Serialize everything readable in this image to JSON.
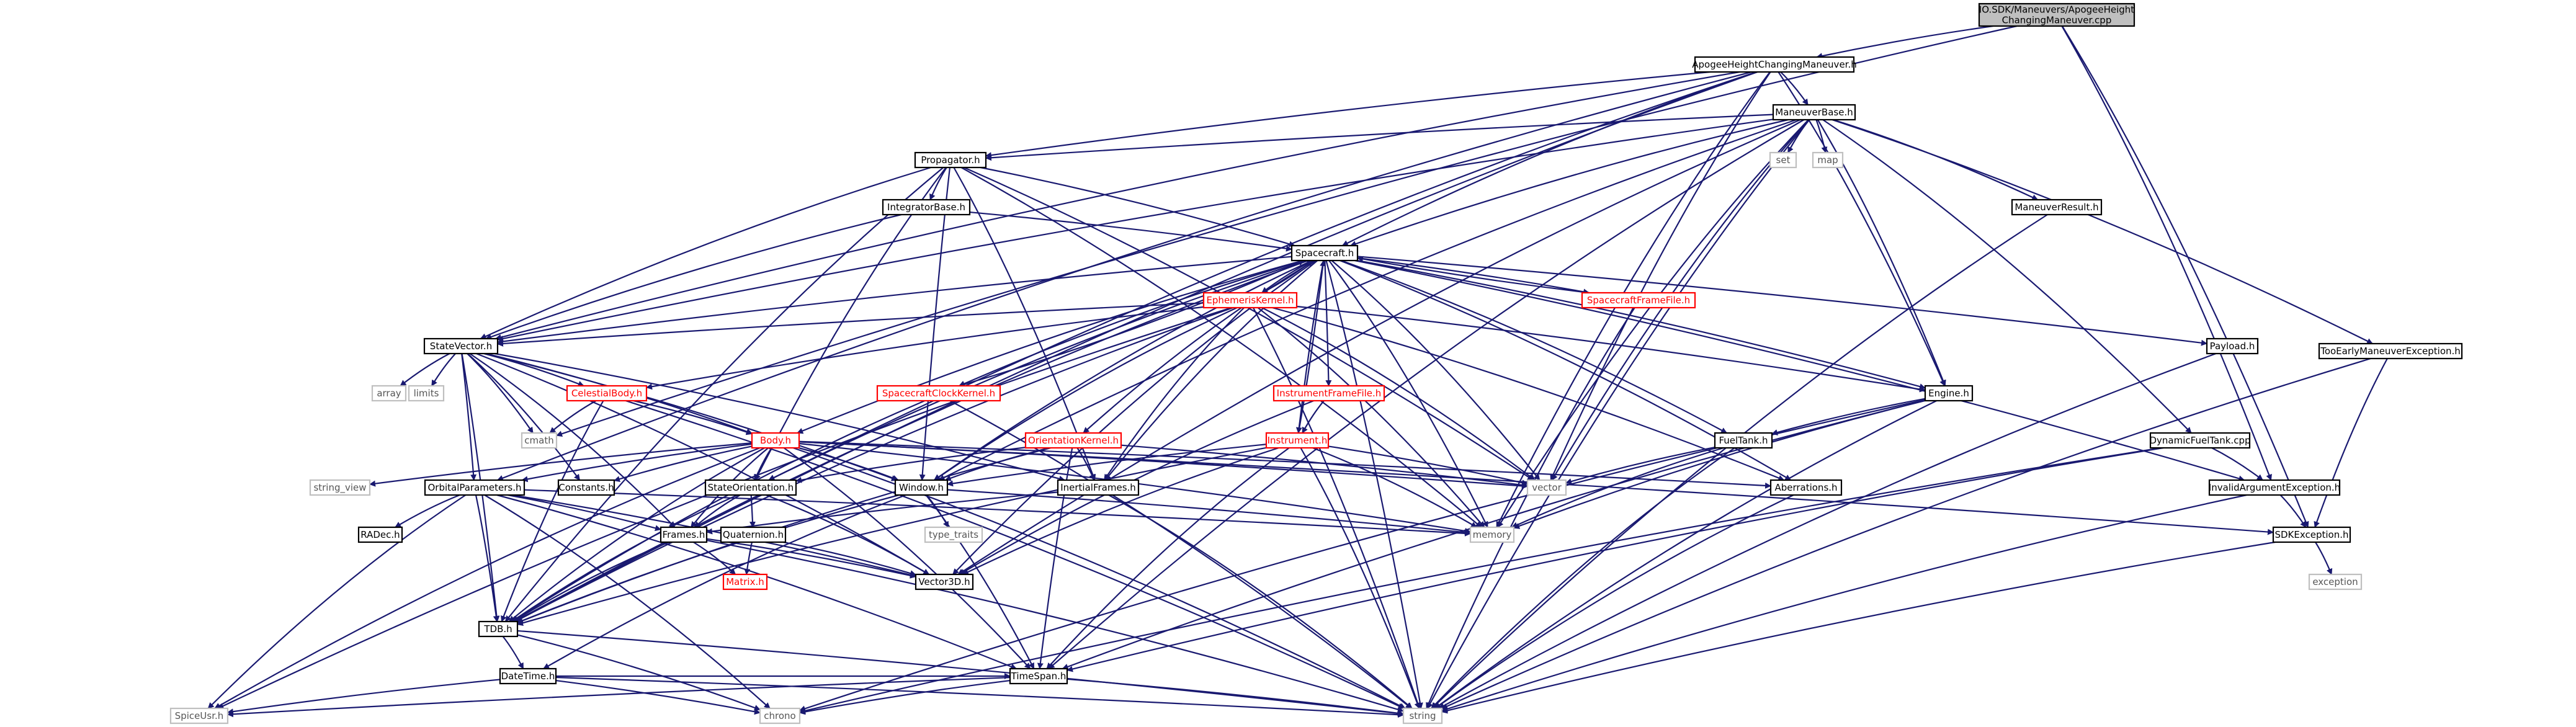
{
  "diagram": {
    "type": "include-dependency-graph",
    "colors": {
      "edge": "#191970",
      "normal_border": "#000000",
      "normal_text": "#000000",
      "highlighted_border": "#ff0000",
      "highlighted_text": "#ff0000",
      "external_border": "#bfbfbf",
      "external_text": "#555555",
      "root_fill": "#bfbfbf",
      "fill": "#ffffff"
    },
    "nodes": [
      {
        "id": "root",
        "lines": [
          "IO.SDK/Maneuvers/ApogeeHeight",
          "ChangingManeuver.cpp"
        ],
        "style": "root"
      },
      {
        "id": "ahcm",
        "lines": [
          "ApogeeHeightChangingManeuver.h"
        ],
        "style": "normal"
      },
      {
        "id": "mb",
        "lines": [
          "ManeuverBase.h"
        ],
        "style": "normal"
      },
      {
        "id": "prop",
        "lines": [
          "Propagator.h"
        ],
        "style": "normal"
      },
      {
        "id": "set",
        "lines": [
          "set"
        ],
        "style": "external"
      },
      {
        "id": "map",
        "lines": [
          "map"
        ],
        "style": "external"
      },
      {
        "id": "ib",
        "lines": [
          "IntegratorBase.h"
        ],
        "style": "normal"
      },
      {
        "id": "mr",
        "lines": [
          "ManeuverResult.h"
        ],
        "style": "normal"
      },
      {
        "id": "tfme",
        "lines": [
          "TooEarlyManeuverException.h"
        ],
        "style": "normal"
      },
      {
        "id": "sc",
        "lines": [
          "Spacecraft.h"
        ],
        "style": "normal"
      },
      {
        "id": "ek",
        "lines": [
          "EphemerisKernel.h"
        ],
        "style": "highlighted"
      },
      {
        "id": "scff",
        "lines": [
          "SpacecraftFrameFile.h"
        ],
        "style": "highlighted"
      },
      {
        "id": "payload",
        "lines": [
          "Payload.h"
        ],
        "style": "normal"
      },
      {
        "id": "sv",
        "lines": [
          "StateVector.h"
        ],
        "style": "normal"
      },
      {
        "id": "array",
        "lines": [
          "array"
        ],
        "style": "external"
      },
      {
        "id": "limits",
        "lines": [
          "limits"
        ],
        "style": "external"
      },
      {
        "id": "cb",
        "lines": [
          "CelestialBody.h"
        ],
        "style": "highlighted"
      },
      {
        "id": "sck",
        "lines": [
          "SpacecraftClockKernel.h"
        ],
        "style": "highlighted"
      },
      {
        "id": "iff",
        "lines": [
          "InstrumentFrameFile.h"
        ],
        "style": "highlighted"
      },
      {
        "id": "engine",
        "lines": [
          "Engine.h"
        ],
        "style": "normal"
      },
      {
        "id": "cmath",
        "lines": [
          "cmath"
        ],
        "style": "external"
      },
      {
        "id": "body",
        "lines": [
          "Body.h"
        ],
        "style": "highlighted"
      },
      {
        "id": "ok",
        "lines": [
          "OrientationKernel.h"
        ],
        "style": "highlighted"
      },
      {
        "id": "instr",
        "lines": [
          "Instrument.h"
        ],
        "style": "highlighted"
      },
      {
        "id": "ft",
        "lines": [
          "FuelTank.h"
        ],
        "style": "normal"
      },
      {
        "id": "dft",
        "lines": [
          "DynamicFuelTank.cpp"
        ],
        "style": "normal"
      },
      {
        "id": "strview",
        "lines": [
          "string_view"
        ],
        "style": "external"
      },
      {
        "id": "op",
        "lines": [
          "OrbitalParameters.h"
        ],
        "style": "normal"
      },
      {
        "id": "const",
        "lines": [
          "Constants.h"
        ],
        "style": "normal"
      },
      {
        "id": "so",
        "lines": [
          "StateOrientation.h"
        ],
        "style": "normal"
      },
      {
        "id": "window",
        "lines": [
          "Window.h"
        ],
        "style": "normal"
      },
      {
        "id": "if",
        "lines": [
          "InertialFrames.h"
        ],
        "style": "normal"
      },
      {
        "id": "vector",
        "lines": [
          "vector"
        ],
        "style": "external"
      },
      {
        "id": "aberr",
        "lines": [
          "Aberrations.h"
        ],
        "style": "normal"
      },
      {
        "id": "iae",
        "lines": [
          "InvalidArgumentException.h"
        ],
        "style": "normal"
      },
      {
        "id": "radec",
        "lines": [
          "RADec.h"
        ],
        "style": "normal"
      },
      {
        "id": "frames",
        "lines": [
          "Frames.h"
        ],
        "style": "normal"
      },
      {
        "id": "quat",
        "lines": [
          "Quaternion.h"
        ],
        "style": "normal"
      },
      {
        "id": "typetraits",
        "lines": [
          "type_traits"
        ],
        "style": "external"
      },
      {
        "id": "memory",
        "lines": [
          "memory"
        ],
        "style": "external"
      },
      {
        "id": "sdke",
        "lines": [
          "SDKException.h"
        ],
        "style": "normal"
      },
      {
        "id": "tdb",
        "lines": [
          "TDB.h"
        ],
        "style": "normal"
      },
      {
        "id": "matrix",
        "lines": [
          "Matrix.h"
        ],
        "style": "highlighted"
      },
      {
        "id": "vec3",
        "lines": [
          "Vector3D.h"
        ],
        "style": "normal"
      },
      {
        "id": "exception",
        "lines": [
          "exception"
        ],
        "style": "external"
      },
      {
        "id": "dt",
        "lines": [
          "DateTime.h"
        ],
        "style": "normal"
      },
      {
        "id": "ts",
        "lines": [
          "TimeSpan.h"
        ],
        "style": "normal"
      },
      {
        "id": "spiceusr",
        "lines": [
          "SpiceUsr.h"
        ],
        "style": "external"
      },
      {
        "id": "chrono",
        "lines": [
          "chrono"
        ],
        "style": "external"
      },
      {
        "id": "string",
        "lines": [
          "string"
        ],
        "style": "external"
      }
    ],
    "edges": [
      [
        "root",
        "ahcm"
      ],
      [
        "root",
        "cmath"
      ],
      [
        "root",
        "iae"
      ],
      [
        "root",
        "sdke"
      ],
      [
        "ahcm",
        "mb"
      ],
      [
        "ahcm",
        "prop"
      ],
      [
        "ahcm",
        "sc"
      ],
      [
        "ahcm",
        "sv"
      ],
      [
        "ahcm",
        "engine"
      ],
      [
        "ahcm",
        "vector"
      ],
      [
        "ahcm",
        "memory"
      ],
      [
        "ahcm",
        "op"
      ],
      [
        "ahcm",
        "so"
      ],
      [
        "ahcm",
        "tdb"
      ],
      [
        "mb",
        "prop"
      ],
      [
        "mb",
        "set"
      ],
      [
        "mb",
        "map"
      ],
      [
        "mb",
        "mr"
      ],
      [
        "mb",
        "tfme"
      ],
      [
        "mb",
        "sc"
      ],
      [
        "mb",
        "sv"
      ],
      [
        "mb",
        "engine"
      ],
      [
        "mb",
        "dft"
      ],
      [
        "mb",
        "vector"
      ],
      [
        "mb",
        "memory"
      ],
      [
        "mb",
        "window"
      ],
      [
        "mb",
        "vec3"
      ],
      [
        "mb",
        "ts"
      ],
      [
        "mb",
        "string"
      ],
      [
        "prop",
        "ib"
      ],
      [
        "prop",
        "sc"
      ],
      [
        "prop",
        "sv"
      ],
      [
        "prop",
        "so"
      ],
      [
        "prop",
        "window"
      ],
      [
        "prop",
        "vector"
      ],
      [
        "prop",
        "memory"
      ],
      [
        "prop",
        "if"
      ],
      [
        "prop",
        "tdb"
      ],
      [
        "ib",
        "sc"
      ],
      [
        "ib",
        "sv"
      ],
      [
        "mr",
        "string"
      ],
      [
        "tfme",
        "sdke"
      ],
      [
        "tfme",
        "string"
      ],
      [
        "sc",
        "ek"
      ],
      [
        "sc",
        "scff"
      ],
      [
        "sc",
        "payload"
      ],
      [
        "sc",
        "sv"
      ],
      [
        "sc",
        "sck"
      ],
      [
        "sc",
        "iff"
      ],
      [
        "sc",
        "engine"
      ],
      [
        "sc",
        "body"
      ],
      [
        "sc",
        "ok"
      ],
      [
        "sc",
        "instr"
      ],
      [
        "sc",
        "ft"
      ],
      [
        "sc",
        "so"
      ],
      [
        "sc",
        "window"
      ],
      [
        "sc",
        "if"
      ],
      [
        "sc",
        "vector"
      ],
      [
        "sc",
        "aberr"
      ],
      [
        "sc",
        "iae"
      ],
      [
        "sc",
        "memory"
      ],
      [
        "sc",
        "tdb"
      ],
      [
        "sc",
        "vec3"
      ],
      [
        "sc",
        "string"
      ],
      [
        "ek",
        "sv"
      ],
      [
        "ek",
        "cb"
      ],
      [
        "ek",
        "window"
      ],
      [
        "ek",
        "if"
      ],
      [
        "ek",
        "vector"
      ],
      [
        "ek",
        "aberr"
      ],
      [
        "ek",
        "memory"
      ],
      [
        "ek",
        "tdb"
      ],
      [
        "ek",
        "spiceusr"
      ],
      [
        "ek",
        "string"
      ],
      [
        "ek",
        "engine"
      ],
      [
        "ek",
        "sc"
      ],
      [
        "scff",
        "string"
      ],
      [
        "scff",
        "sc"
      ],
      [
        "payload",
        "string"
      ],
      [
        "sv",
        "array"
      ],
      [
        "sv",
        "limits"
      ],
      [
        "sv",
        "cmath"
      ],
      [
        "sv",
        "cb"
      ],
      [
        "sv",
        "body"
      ],
      [
        "sv",
        "op"
      ],
      [
        "sv",
        "frames"
      ],
      [
        "sv",
        "vec3"
      ],
      [
        "sv",
        "tdb"
      ],
      [
        "sv",
        "window"
      ],
      [
        "sv",
        "if"
      ],
      [
        "sv",
        "const"
      ],
      [
        "cb",
        "body"
      ],
      [
        "cb",
        "cmath"
      ],
      [
        "cb",
        "tdb"
      ],
      [
        "cb",
        "string"
      ],
      [
        "sck",
        "sc"
      ],
      [
        "sck",
        "tdb"
      ],
      [
        "sck",
        "string"
      ],
      [
        "iff",
        "instr"
      ],
      [
        "iff",
        "vec3"
      ],
      [
        "engine",
        "ft"
      ],
      [
        "engine",
        "string"
      ],
      [
        "engine",
        "memory"
      ],
      [
        "engine",
        "ts"
      ],
      [
        "engine",
        "chrono"
      ],
      [
        "body",
        "strview"
      ],
      [
        "body",
        "op"
      ],
      [
        "body",
        "const"
      ],
      [
        "body",
        "so"
      ],
      [
        "body",
        "window"
      ],
      [
        "body",
        "vector"
      ],
      [
        "body",
        "memory"
      ],
      [
        "body",
        "tdb"
      ],
      [
        "body",
        "frames"
      ],
      [
        "body",
        "spiceusr"
      ],
      [
        "body",
        "ts"
      ],
      [
        "body",
        "aberr"
      ],
      [
        "body",
        "string"
      ],
      [
        "body",
        "sdke"
      ],
      [
        "ok",
        "so"
      ],
      [
        "ok",
        "window"
      ],
      [
        "ok",
        "if"
      ],
      [
        "ok",
        "vector"
      ],
      [
        "ok",
        "tdb"
      ],
      [
        "ok",
        "ts"
      ],
      [
        "instr",
        "window"
      ],
      [
        "instr",
        "vector"
      ],
      [
        "instr",
        "memory"
      ],
      [
        "instr",
        "vec3"
      ],
      [
        "instr",
        "ts"
      ],
      [
        "instr",
        "tdb"
      ],
      [
        "instr",
        "string"
      ],
      [
        "instr",
        "sc"
      ],
      [
        "ft",
        "vector"
      ],
      [
        "ft",
        "memory"
      ],
      [
        "ft",
        "string"
      ],
      [
        "dft",
        "iae"
      ],
      [
        "dft",
        "ts"
      ],
      [
        "dft",
        "chrono"
      ],
      [
        "op",
        "radec"
      ],
      [
        "op",
        "frames"
      ],
      [
        "op",
        "tdb"
      ],
      [
        "op",
        "vec3"
      ],
      [
        "op",
        "ts"
      ],
      [
        "op",
        "memory"
      ],
      [
        "op",
        "chrono"
      ],
      [
        "op",
        "spiceusr"
      ],
      [
        "so",
        "frames"
      ],
      [
        "so",
        "quat"
      ],
      [
        "so",
        "tdb"
      ],
      [
        "so",
        "vec3"
      ],
      [
        "window",
        "memory"
      ],
      [
        "window",
        "typetraits"
      ],
      [
        "window",
        "ts"
      ],
      [
        "window",
        "dt"
      ],
      [
        "window",
        "tdb"
      ],
      [
        "if",
        "frames"
      ],
      [
        "if",
        "string"
      ],
      [
        "aberr",
        "string"
      ],
      [
        "iae",
        "sdke"
      ],
      [
        "iae",
        "string"
      ],
      [
        "frames",
        "matrix"
      ],
      [
        "frames",
        "tdb"
      ],
      [
        "frames",
        "vec3"
      ],
      [
        "frames",
        "string"
      ],
      [
        "quat",
        "matrix"
      ],
      [
        "quat",
        "vec3"
      ],
      [
        "sdke",
        "exception"
      ],
      [
        "sdke",
        "string"
      ],
      [
        "tdb",
        "dt"
      ],
      [
        "tdb",
        "string"
      ],
      [
        "tdb",
        "chrono"
      ],
      [
        "dt",
        "ts"
      ],
      [
        "dt",
        "spiceusr"
      ],
      [
        "dt",
        "chrono"
      ],
      [
        "dt",
        "string"
      ],
      [
        "ts",
        "chrono"
      ],
      [
        "ts",
        "string"
      ],
      [
        "ts",
        "spiceusr"
      ]
    ]
  }
}
